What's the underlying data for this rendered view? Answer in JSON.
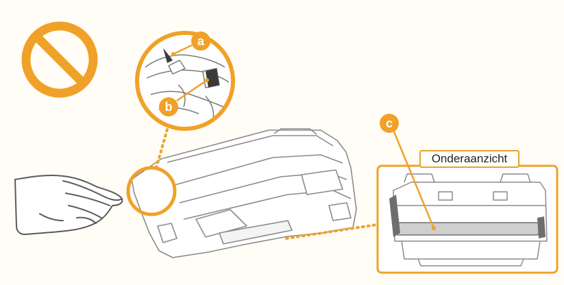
{
  "callouts": {
    "a": "a",
    "b": "b",
    "c": "c"
  },
  "bottom_view_label": "Onderaanzicht",
  "icons": {
    "prohibition": "prohibition-icon",
    "hand": "hand-icon"
  },
  "colors": {
    "accent": "#f0a128",
    "label_border": "#e8a12c",
    "line_art": "#6e6e6e",
    "background": "#fffdf6"
  }
}
